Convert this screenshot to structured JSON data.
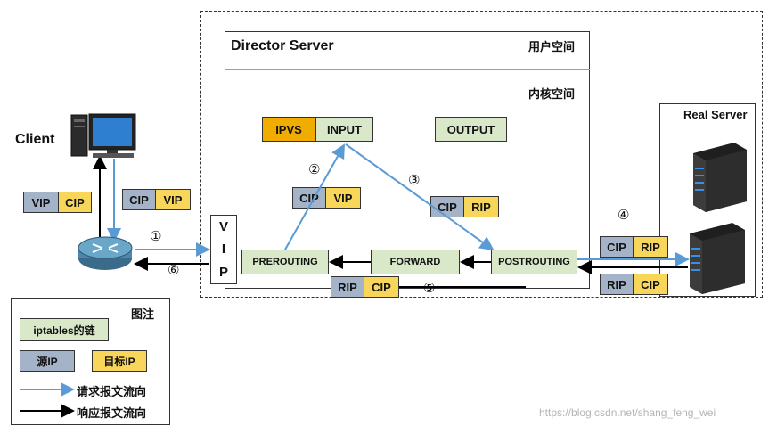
{
  "colors": {
    "chain": "#d8e8c8",
    "source_ip": "#a4b3c7",
    "target_ip": "#f7d65a",
    "ipvs": "#f0ad00",
    "request_flow": "#5b9bd5",
    "response_flow": "#000000"
  },
  "icons": [
    "computer-icon",
    "router-icon",
    "server-rack-icon"
  ],
  "labels": {
    "director": "Director Server",
    "user_space": "用户空间",
    "kernel_space": "内核空间",
    "client": "Client",
    "real_server": "Real Server",
    "vip_v": "V",
    "vip_i": "I",
    "vip_p": "P"
  },
  "chains": {
    "ipvs": "IPVS",
    "input": "INPUT",
    "output": "OUTPUT",
    "prerouting": "PREROUTING",
    "forward": "FORWARD",
    "postrouting": "POSTROUTING"
  },
  "ip_pairs": {
    "client_resp": [
      "VIP",
      "CIP"
    ],
    "client_req": [
      "CIP",
      "VIP"
    ],
    "step2": [
      "CIP",
      "VIP"
    ],
    "step3": [
      "CIP",
      "RIP"
    ],
    "rs_req": [
      "CIP",
      "RIP"
    ],
    "rs_resp": [
      "RIP",
      "CIP"
    ],
    "step5": [
      "RIP",
      "CIP"
    ]
  },
  "steps": [
    "①",
    "②",
    "③",
    "④",
    "⑤",
    "⑥"
  ],
  "legend": {
    "title": "图注",
    "chain": "iptables的链",
    "source": "源IP",
    "target": "目标IP",
    "request": "请求报文流向",
    "response": "响应报文流向"
  },
  "watermark": "https://blog.csdn.net/shang_feng_wei"
}
